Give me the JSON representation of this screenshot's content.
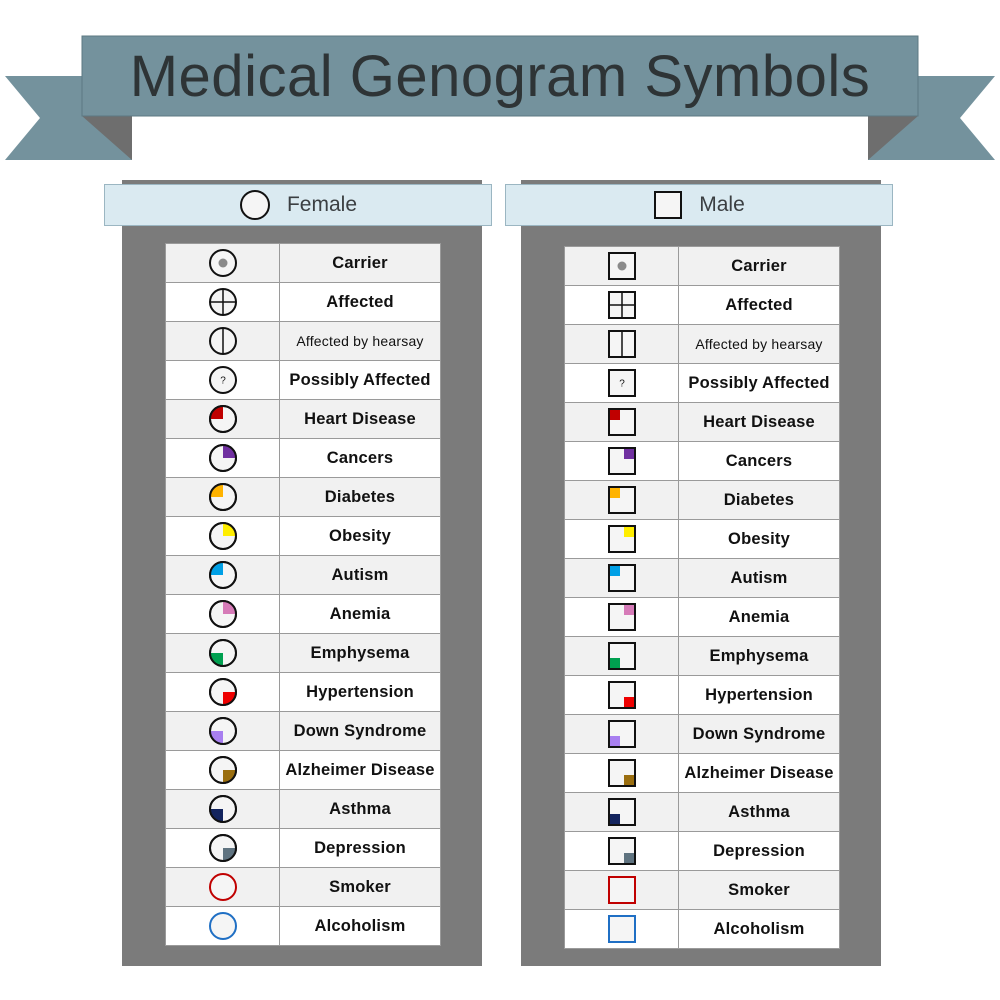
{
  "title": "Medical Genogram Symbols",
  "female_header": "Female",
  "male_header": "Male",
  "conditions": [
    {
      "label": "Carrier",
      "mark": "dot"
    },
    {
      "label": "Affected",
      "mark": "cross"
    },
    {
      "label": "Affected by hearsay",
      "mark": "vline"
    },
    {
      "label": "Possibly Affected",
      "mark": "question",
      "mark_text": "?"
    },
    {
      "label": "Heart Disease",
      "mark": "quad",
      "quad": "tl",
      "color": "#c00000"
    },
    {
      "label": "Cancers",
      "mark": "quad",
      "quad": "tr",
      "color": "#7030a0"
    },
    {
      "label": "Diabetes",
      "mark": "quad",
      "quad": "tl",
      "color": "#ffb300"
    },
    {
      "label": "Obesity",
      "mark": "quad",
      "quad": "tr",
      "color": "#ffee00"
    },
    {
      "label": "Autism",
      "mark": "quad",
      "quad": "tl",
      "color": "#00a0e6"
    },
    {
      "label": "Anemia",
      "mark": "quad",
      "quad": "tr",
      "color": "#d67bb8"
    },
    {
      "label": "Emphysema",
      "mark": "quad",
      "quad": "bl",
      "color": "#00a050"
    },
    {
      "label": "Hypertension",
      "mark": "quad",
      "quad": "br",
      "color": "#ee0000"
    },
    {
      "label": "Down Syndrome",
      "mark": "quad",
      "quad": "bl",
      "color": "#a87ff0"
    },
    {
      "label": "Alzheimer Disease",
      "mark": "quad",
      "quad": "br",
      "color": "#9a6e0f"
    },
    {
      "label": "Asthma",
      "mark": "quad",
      "quad": "bl",
      "color": "#13245e"
    },
    {
      "label": "Depression",
      "mark": "quad",
      "quad": "br",
      "color": "#5f7380"
    },
    {
      "label": "Smoker",
      "mark": "outline",
      "color": "#c00000"
    },
    {
      "label": "Alcoholism",
      "mark": "outline",
      "color": "#1f6fc4"
    }
  ]
}
